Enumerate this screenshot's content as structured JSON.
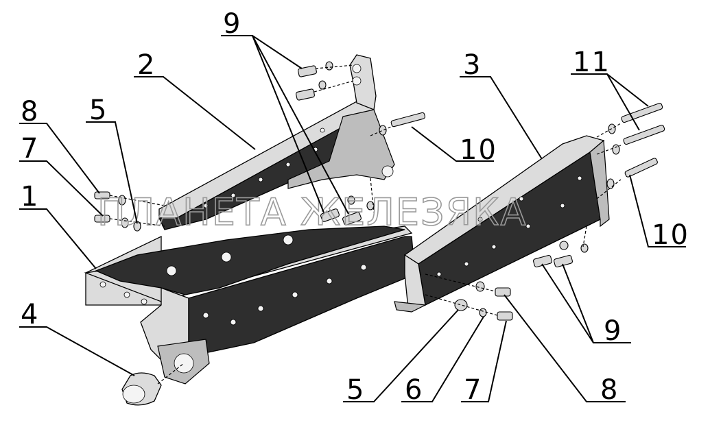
{
  "diagram": {
    "watermark": "ПЛАНЕТА ЖЕЛЕЗЯКА",
    "callouts": [
      {
        "id": "c1",
        "label": "1"
      },
      {
        "id": "c2",
        "label": "2"
      },
      {
        "id": "c3",
        "label": "3"
      },
      {
        "id": "c4",
        "label": "4"
      },
      {
        "id": "c5a",
        "label": "5"
      },
      {
        "id": "c5b",
        "label": "5"
      },
      {
        "id": "c6",
        "label": "6"
      },
      {
        "id": "c7a",
        "label": "7"
      },
      {
        "id": "c7b",
        "label": "7"
      },
      {
        "id": "c8a",
        "label": "8"
      },
      {
        "id": "c8b",
        "label": "8"
      },
      {
        "id": "c9a",
        "label": "9"
      },
      {
        "id": "c9b",
        "label": "9"
      },
      {
        "id": "c10a",
        "label": "10"
      },
      {
        "id": "c10b",
        "label": "10"
      },
      {
        "id": "c11",
        "label": "11"
      }
    ]
  }
}
